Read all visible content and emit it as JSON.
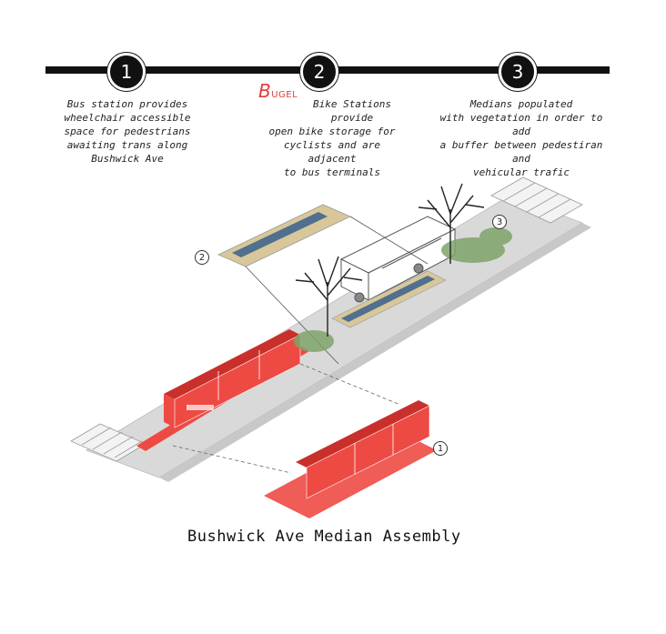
{
  "timeline": {
    "steps": [
      {
        "number": "1",
        "lines": [
          "Bus station provides",
          "wheelchair accessible",
          "space for pedestrians",
          "awaiting trans along",
          "Bushwick Ave"
        ]
      },
      {
        "number": "2",
        "lines": [
          "Bike Stations provide",
          "open bike storage for",
          "cyclists and are adjacent",
          "to bus terminals"
        ]
      },
      {
        "number": "3",
        "lines": [
          "Medians populated",
          "with vegetation in order to add",
          "a buffer between pedestiran and",
          "vehicular trafic"
        ]
      }
    ]
  },
  "logo_text": "UGEL",
  "logo_initial": "B",
  "callouts": {
    "bike": "2",
    "median": "3",
    "shelter": "1"
  },
  "title": "Bushwick Ave Median Assembly",
  "colors": {
    "shelter": "#ee4a44",
    "shelter_dark": "#c9302b",
    "road": "#d6d6d6",
    "planting": "#7ea36a",
    "bike_rack": "#3a5f8c"
  }
}
